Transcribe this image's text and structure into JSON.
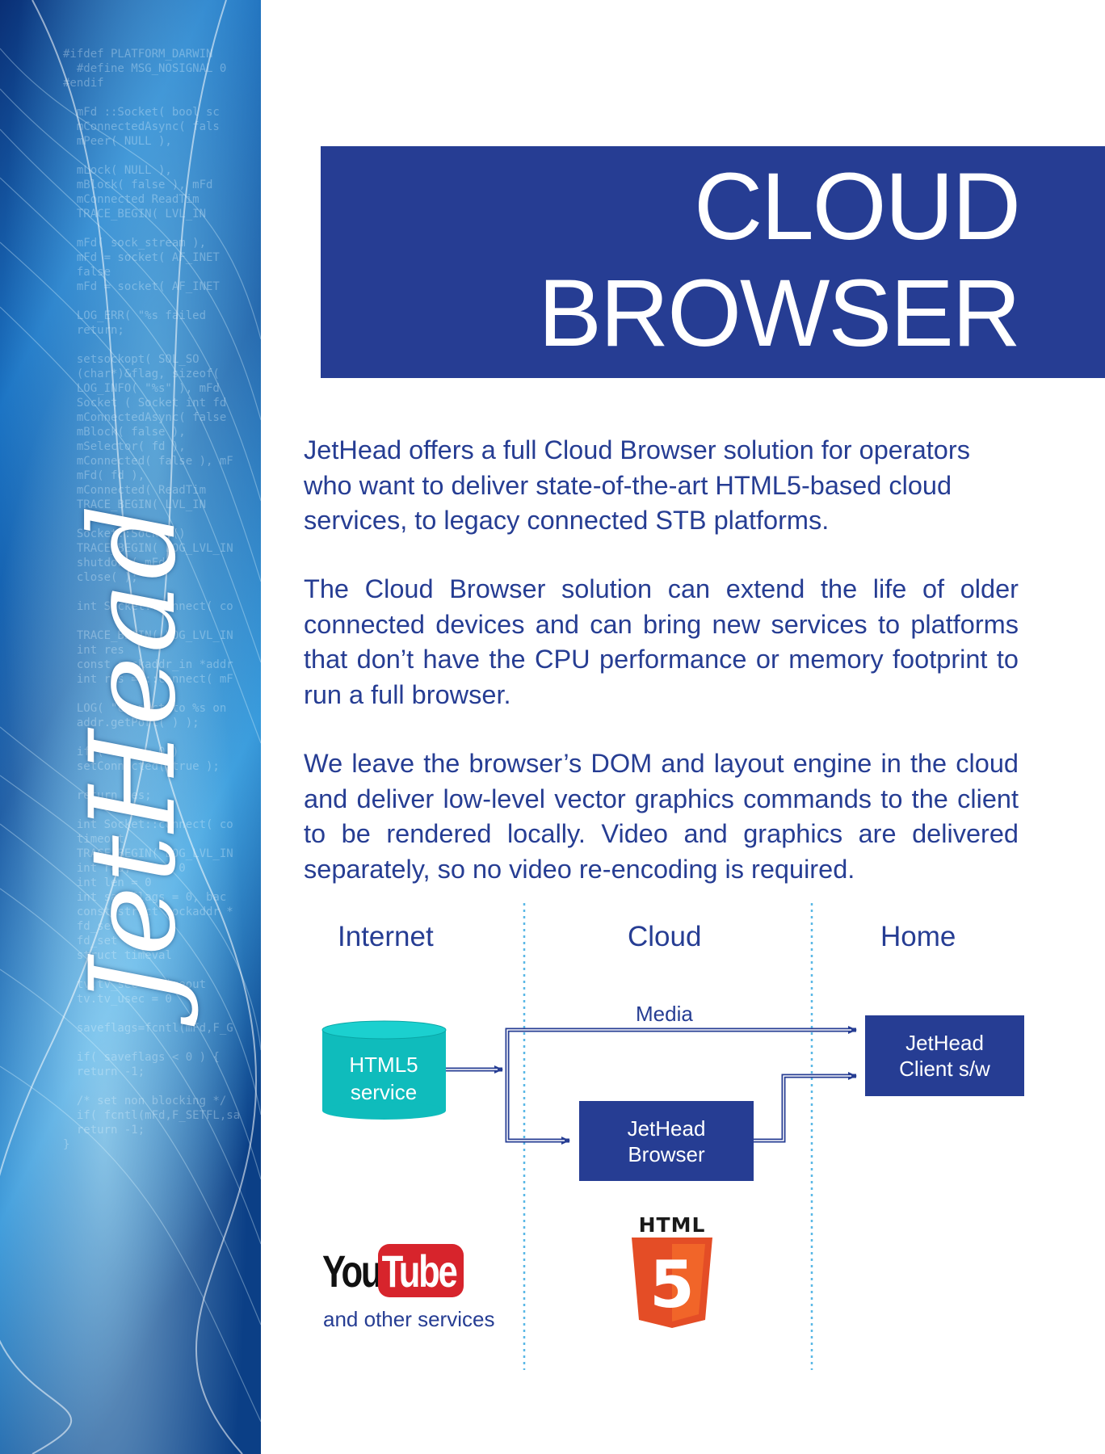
{
  "sidebar": {
    "brand": "JetHead",
    "code_lines": [
      "#ifdef PLATFORM_DARWIN",
      "  #define MSG_NOSIGNAL 0",
      "#endif",
      "",
      "  mFd ::Socket( bool sc",
      "  mConnectedAsync( fals",
      "  mPeer( NULL ),",
      "",
      "  mLock( NULL ),",
      "  mBlock( false ), mFd",
      "  mConnected ReadTim",
      "  TRACE_BEGIN( LVL_IN",
      "",
      "  mFd( sock_stream ),",
      "  mFd = socket( AF_INET",
      "  false",
      "  mFd = socket( AF_INET",
      "",
      "  LOG_ERR( \"%s failed",
      "  return;",
      "",
      "  setsockopt( SOL_SO",
      "  (char*)&flag, sizeof(",
      "  LOG_INFO( \"%s\" ), mFd",
      "  Socket ( Socket int fd",
      "  mConnectedAsync( false",
      "  mBlock( false ),",
      "  mSelector( fd ),",
      "  mConnected( false ), mF",
      "  mFd( fd ),",
      "  mConnected( ReadTim",
      "  TRACE_BEGIN( LVL_IN",
      "",
      "  Socket::Socket()",
      "  TRACE_BEGIN( LOG_LVL_IN",
      "  shutdown( mFd",
      "  close( );",
      "",
      "  int Socket::connect( co",
      "",
      "  TRACE_BEGIN( LOG_LVL_IN",
      "  int res",
      "  const sockaddr_in *addr",
      "  int res = ::connect( mF",
      "",
      "  LOG( \"connect to %s on",
      "  addr.getPort( ) );",
      "",
      "  if ( res == 0 )",
      "  setConnected( true );",
      "",
      "  return res;",
      "",
      "  int Socket::connect( co",
      "  timeout",
      "  TRACE_BEGIN( LOG_LVL_IN",
      "  int res, len = 0",
      "  int len = 0",
      "  int saveflags = 0, bac",
      "  const struct sockaddr *",
      "  fd_set",
      "  fd_set fd_w",
      "  struct timeval",
      "",
      "  tv.tv_sec = timeout",
      "  tv.tv_usec = 0",
      "",
      "  saveflags=fcntl(mFd,F_G",
      "",
      "  if( saveflags < 0 ) {",
      "  return -1;",
      "",
      "  /* set non blocking */",
      "  if( fcntl(mFd,F_SETFL,sa",
      "  return -1;",
      "}"
    ]
  },
  "header": {
    "title_line1": "CLOUD",
    "title_line2": "BROWSER"
  },
  "body": {
    "p1": "JetHead offers a full Cloud Browser solution for operators who want to deliver state-of-the-art HTML5-based cloud services, to legacy connected STB platforms.",
    "p2": "The Cloud Browser solution can extend the life of older connected devices and can bring new services to platforms that don’t have the CPU performance or memory footprint to run a full browser.",
    "p3": "We leave the browser’s DOM and layout engine in the cloud and deliver low-level vector graphics commands to the client to be rendered locally. Video and graphics are delivered separately, so no video re-encoding is required."
  },
  "diagram": {
    "columns": [
      "Internet",
      "Cloud",
      "Home"
    ],
    "service_line1": "HTML5",
    "service_line2": "service",
    "media_label": "Media",
    "browser_line1": "JetHead",
    "browser_line2": "Browser",
    "client_line1": "JetHead",
    "client_line2": "Client s/w",
    "other_services": "and other services",
    "html5_logo_word": "HTML",
    "colors": {
      "navy": "#263d93",
      "teal": "#0fbcbc",
      "html5_orange": "#e44d26",
      "youtube_red": "#d7242c"
    }
  },
  "logos": {
    "youtube_left": "You",
    "youtube_right": "Tube",
    "html5_digit": "5"
  }
}
